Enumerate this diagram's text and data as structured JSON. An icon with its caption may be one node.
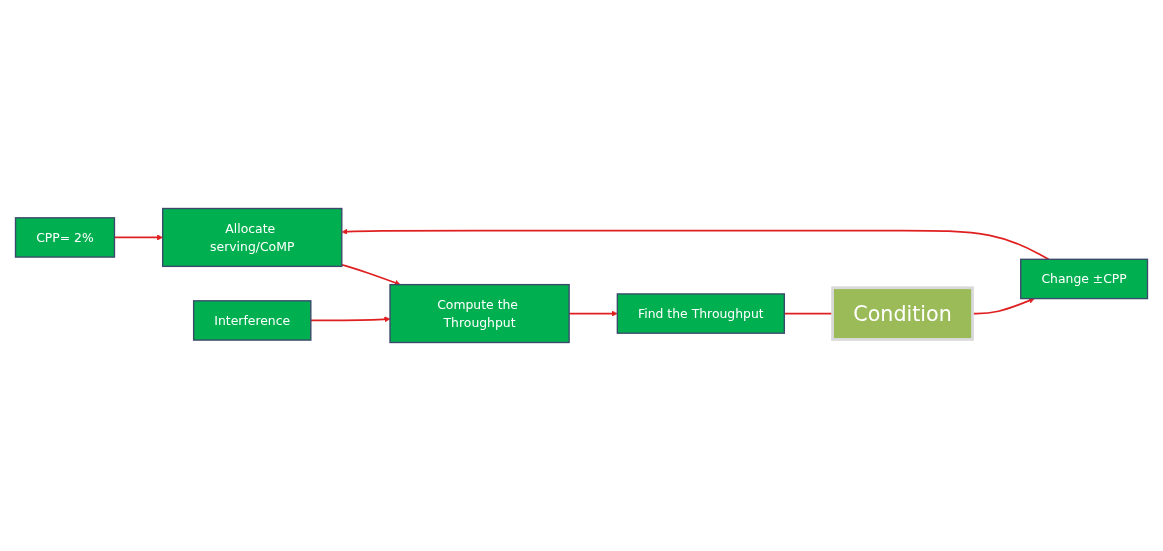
{
  "diagram": {
    "nodes": [
      {
        "text": [
          "CPP= 2%"
        ]
      },
      {
        "text": [
          "Change ±CPP"
        ]
      },
      {
        "text": [
          "Allocate serving/CoMP"
        ]
      },
      {
        "text": [
          "Interference"
        ]
      },
      {
        "text": [
          "Compute the Throughput"
        ]
      },
      {
        "text": [
          "Condition"
        ]
      },
      {
        "text": [
          "Find the Throughput"
        ]
      }
    ],
    "edges": [
      {
        "from": 0,
        "to": 2,
        "arrow": "to"
      },
      {
        "from": 1,
        "to": 2,
        "arrow": "to"
      },
      {
        "from": 2,
        "to": 4,
        "arrow": "to"
      },
      {
        "from": 3,
        "to": 4,
        "arrow": "to"
      },
      {
        "from": 4,
        "to": 6,
        "arrow": "to"
      },
      {
        "from": 6,
        "to": 5,
        "arrow": "none"
      },
      {
        "from": 5,
        "to": 1,
        "arrow": "to"
      }
    ]
  }
}
